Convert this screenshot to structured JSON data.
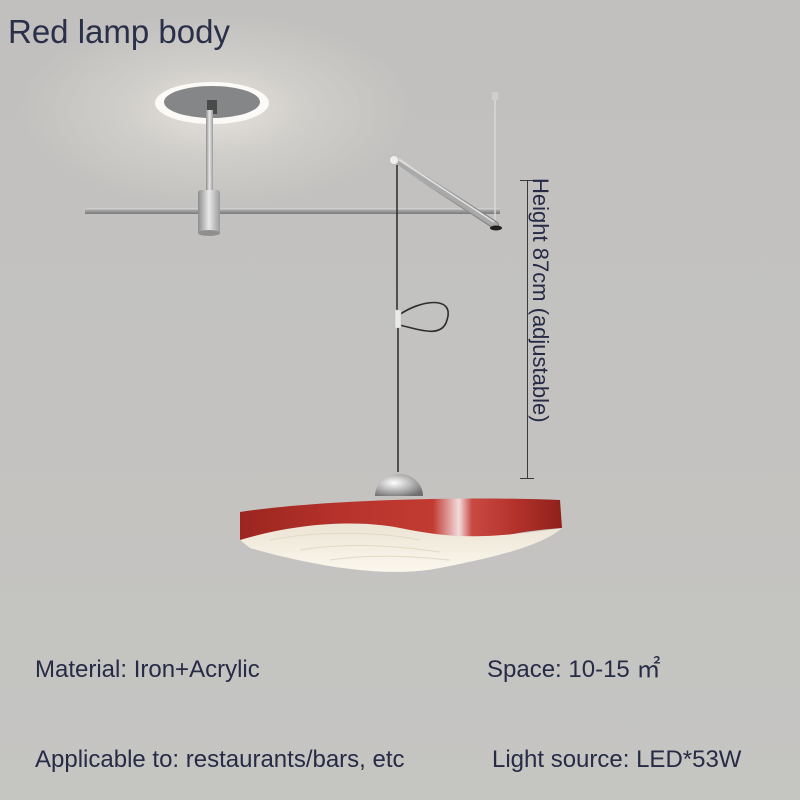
{
  "title": "Red lamp body",
  "dimension": {
    "label": "Height 87cm (adjustable)"
  },
  "specs": {
    "material": "Material: Iron+Acrylic",
    "space": "Space: 10-15 ㎡",
    "applicable": "Applicable to: restaurants/bars, etc",
    "light_source": "Light source: LED*53W"
  },
  "colors": {
    "background": "#c3c2c0",
    "text": "#272b45",
    "lamp_body": "#b2322c",
    "diffuser": "#f3ede0",
    "metal": "#b9b9b9"
  }
}
